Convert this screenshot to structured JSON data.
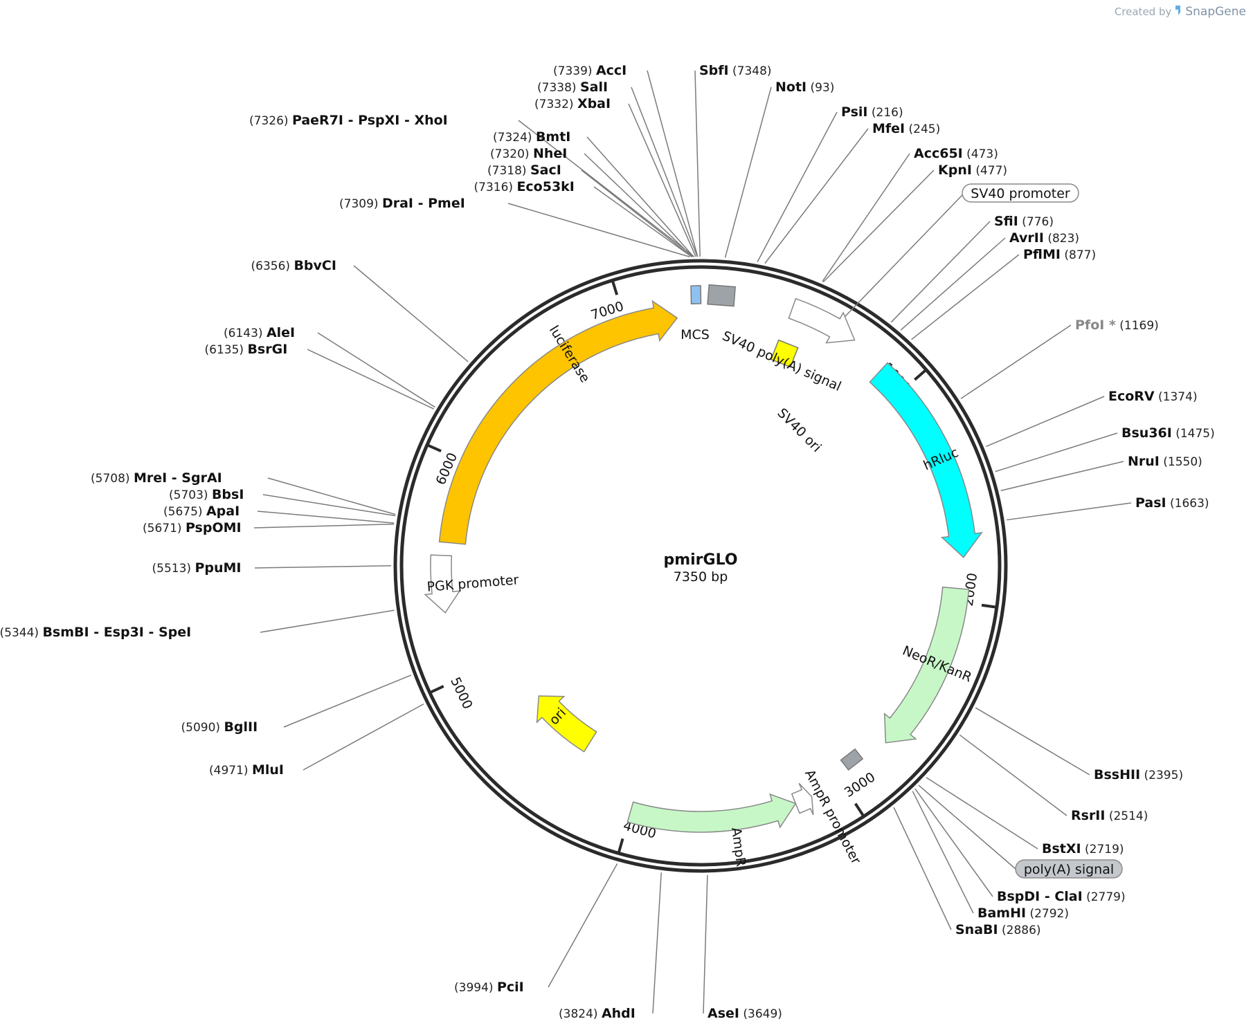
{
  "watermark": {
    "prefix": "Created by",
    "brand": "SnapGene"
  },
  "plasmid": {
    "name": "pmirGLO",
    "size_label": "7350 bp",
    "length": 7350
  },
  "ticks": [
    {
      "label": "1000",
      "pos": 1000
    },
    {
      "label": "2000",
      "pos": 2000
    },
    {
      "label": "3000",
      "pos": 3000
    },
    {
      "label": "4000",
      "pos": 4000
    },
    {
      "label": "5000",
      "pos": 5000
    },
    {
      "label": "6000",
      "pos": 6000
    },
    {
      "label": "7000",
      "pos": 7000
    }
  ],
  "features": [
    {
      "name": "luciferase",
      "label": "luciferase",
      "type": "arrow",
      "start": 5620,
      "end": 7240,
      "color": "#ffc400"
    },
    {
      "name": "mcs",
      "label": "MCS",
      "type": "box",
      "start": 7310,
      "end": 7349,
      "color": "#8fc1f0"
    },
    {
      "name": "sv40-polya",
      "label": "SV40 poly(A) signal",
      "type": "box",
      "start": 40,
      "end": 170,
      "color": "#9ea3a8"
    },
    {
      "name": "sv40-promoter-arrow",
      "label": "",
      "type": "arrow",
      "start": 400,
      "end": 700,
      "color": "#ffffff"
    },
    {
      "name": "sv40-ori",
      "label": "SV40 ori",
      "type": "box",
      "start": 0,
      "end": 0,
      "color": "#ffff00"
    },
    {
      "name": "hrluc",
      "label": "hRluc",
      "type": "arrow",
      "start": 870,
      "end": 1800,
      "color": "#00ffff"
    },
    {
      "name": "neor-kanr",
      "label": "NeoR/KanR",
      "type": "arrow",
      "start": 1940,
      "end": 2730,
      "color": "#c7f7c7"
    },
    {
      "name": "ampr-promoter-box",
      "label": "",
      "type": "box",
      "start": 0,
      "end": 0,
      "color": "#9ea3a8"
    },
    {
      "name": "ampr-promoter",
      "label": "AmpR promoter",
      "type": "arrow",
      "start": 3150,
      "end": 3230,
      "color": "#ffffff"
    },
    {
      "name": "ampr",
      "label": "AmpR",
      "type": "arrow",
      "start": 3230,
      "end": 4000,
      "color": "#c7f7c7"
    },
    {
      "name": "ori",
      "label": "ori",
      "type": "arrow",
      "start": 4330,
      "end": 4720,
      "color": "#ffff00"
    },
    {
      "name": "pgk-promoter",
      "label": "PGK promoter",
      "type": "arrow",
      "start": 5300,
      "end": 5560,
      "color": "#ffffff"
    }
  ],
  "site_labels": [
    {
      "pos": "(7339)",
      "name": "AccI"
    },
    {
      "pos": "(7338)",
      "name": "SalI"
    },
    {
      "pos": "(7332)",
      "name": "XbaI"
    },
    {
      "pos": "(7326)",
      "name": "PaeR7I",
      "extra": [
        "- PspXI",
        "- XhoI"
      ]
    },
    {
      "pos": "(7324)",
      "name": "BmtI"
    },
    {
      "pos": "(7320)",
      "name": "NheI"
    },
    {
      "pos": "(7318)",
      "name": "SacI"
    },
    {
      "pos": "(7316)",
      "name": "Eco53kI"
    },
    {
      "pos": "(7309)",
      "name": "DraI",
      "extra": [
        "- PmeI"
      ]
    },
    {
      "pos": "(6356)",
      "name": "BbvCI"
    },
    {
      "pos": "(6143)",
      "name": "AleI"
    },
    {
      "pos": "(6135)",
      "name": "BsrGI"
    },
    {
      "pos": "(5708)",
      "name": "MreI",
      "extra": [
        "- SgrAI"
      ]
    },
    {
      "pos": "(5703)",
      "name": "BbsI"
    },
    {
      "pos": "(5675)",
      "name": "ApaI"
    },
    {
      "pos": "(5671)",
      "name": "PspOMI"
    },
    {
      "pos": "(5513)",
      "name": "PpuMI"
    },
    {
      "pos": "(5344)",
      "name": "BsmBI",
      "extra": [
        "- Esp3I",
        "- SpeI"
      ]
    },
    {
      "pos": "(5090)",
      "name": "BglII"
    },
    {
      "pos": "(4971)",
      "name": "MluI"
    },
    {
      "pos": "(3994)",
      "name": "PciI"
    },
    {
      "pos": "(3824)",
      "name": "AhdI"
    },
    {
      "pos": "(3649)",
      "name": "AseI"
    },
    {
      "pos": "(7348)",
      "name": "SbfI"
    },
    {
      "pos": "(93)",
      "name": "NotI"
    },
    {
      "pos": "(216)",
      "name": "PsiI"
    },
    {
      "pos": "(245)",
      "name": "MfeI"
    },
    {
      "pos": "(473)",
      "name": "Acc65I"
    },
    {
      "pos": "(477)",
      "name": "KpnI"
    },
    {
      "pos": "(776)",
      "name": "SfiI"
    },
    {
      "pos": "(823)",
      "name": "AvrII"
    },
    {
      "pos": "(877)",
      "name": "PflMI"
    },
    {
      "pos": "(1169)",
      "name": "PfoI *"
    },
    {
      "pos": "(1374)",
      "name": "EcoRV"
    },
    {
      "pos": "(1475)",
      "name": "Bsu36I"
    },
    {
      "pos": "(1550)",
      "name": "NruI"
    },
    {
      "pos": "(1663)",
      "name": "PasI"
    },
    {
      "pos": "(2395)",
      "name": "BssHII"
    },
    {
      "pos": "(2514)",
      "name": "RsrII"
    },
    {
      "pos": "(2719)",
      "name": "BstXI"
    },
    {
      "pos": "(2779)",
      "name": "BspDI",
      "extra": [
        "- ClaI"
      ]
    },
    {
      "pos": "(2792)",
      "name": "BamHI"
    },
    {
      "pos": "(2886)",
      "name": "SnaBI"
    }
  ],
  "boxed_labels": [
    {
      "label": "SV40 promoter",
      "style": "outline"
    },
    {
      "label": "poly(A) signal",
      "style": "filled"
    }
  ]
}
